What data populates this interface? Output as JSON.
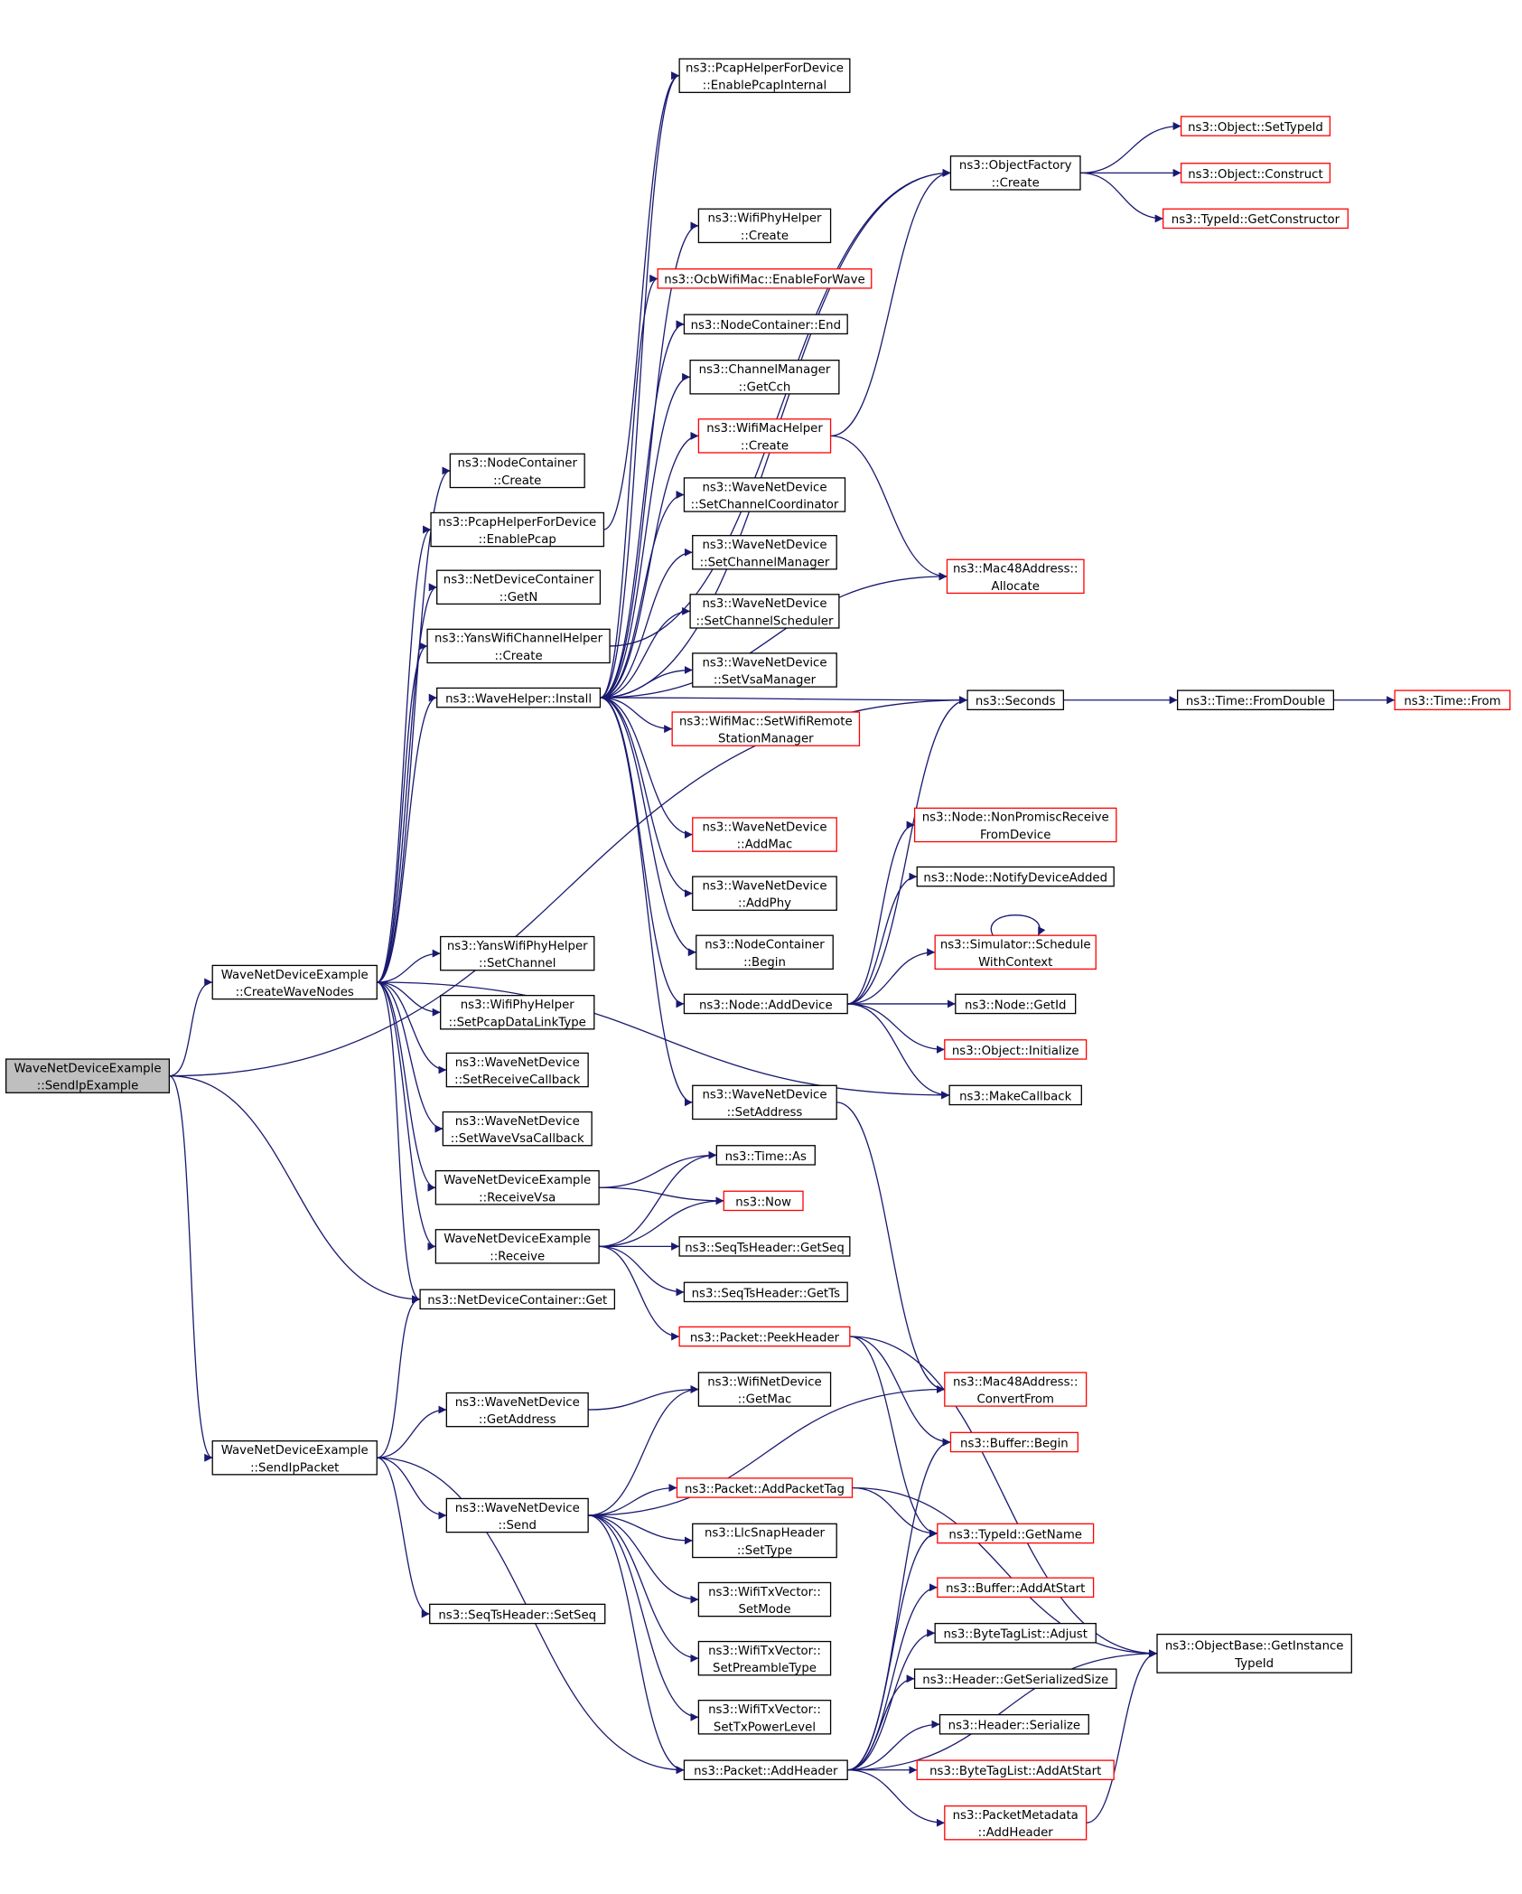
{
  "colors": {
    "edge": "#191970",
    "border": "#000000",
    "border_incomplete": "#ff0000",
    "focus_fill": "#bfbfbf"
  },
  "nodes": {
    "root": {
      "lines": [
        "WaveNetDeviceExample",
        "::SendIpExample"
      ],
      "style": "focus"
    },
    "createWave": {
      "lines": [
        "WaveNetDeviceExample",
        "::CreateWaveNodes"
      ]
    },
    "sendIpPacket": {
      "lines": [
        "WaveNetDeviceExample",
        "::SendIpPacket"
      ]
    },
    "ncCreate": {
      "lines": [
        "ns3::NodeContainer",
        "::Create"
      ]
    },
    "pcapEnable": {
      "lines": [
        "ns3::PcapHelperForDevice",
        "::EnablePcap"
      ]
    },
    "ndcGetN": {
      "lines": [
        "ns3::NetDeviceContainer",
        "::GetN"
      ]
    },
    "yansChCreate": {
      "lines": [
        "ns3::YansWifiChannelHelper",
        "::Create"
      ]
    },
    "waveInstall": {
      "lines": [
        "ns3::WaveHelper::Install"
      ]
    },
    "yansSetCh": {
      "lines": [
        "ns3::YansWifiPhyHelper",
        "::SetChannel"
      ]
    },
    "phySetPcap": {
      "lines": [
        "ns3::WifiPhyHelper",
        "::SetPcapDataLinkType"
      ]
    },
    "wndSetRecvCb": {
      "lines": [
        "ns3::WaveNetDevice",
        "::SetReceiveCallback"
      ]
    },
    "wndSetVsaCb": {
      "lines": [
        "ns3::WaveNetDevice",
        "::SetWaveVsaCallback"
      ]
    },
    "recvVsa": {
      "lines": [
        "WaveNetDeviceExample",
        "::ReceiveVsa"
      ]
    },
    "receive": {
      "lines": [
        "WaveNetDeviceExample",
        "::Receive"
      ]
    },
    "ndcGet": {
      "lines": [
        "ns3::NetDeviceContainer::Get"
      ]
    },
    "wndGetAddr": {
      "lines": [
        "ns3::WaveNetDevice",
        "::GetAddress"
      ]
    },
    "wndSend": {
      "lines": [
        "ns3::WaveNetDevice",
        "::Send"
      ]
    },
    "seqSetSeq": {
      "lines": [
        "ns3::SeqTsHeader::SetSeq"
      ]
    },
    "pcapInternal": {
      "lines": [
        "ns3::PcapHelperForDevice",
        "::EnablePcapInternal"
      ]
    },
    "phyCreate": {
      "lines": [
        "ns3::WifiPhyHelper",
        "::Create"
      ]
    },
    "ocbEnable": {
      "lines": [
        "ns3::OcbWifiMac::EnableForWave"
      ],
      "style": "red"
    },
    "ncEnd": {
      "lines": [
        "ns3::NodeContainer::End"
      ]
    },
    "chMgrGetCch": {
      "lines": [
        "ns3::ChannelManager",
        "::GetCch"
      ]
    },
    "macCreate": {
      "lines": [
        "ns3::WifiMacHelper",
        "::Create"
      ],
      "style": "red"
    },
    "wndSetCoord": {
      "lines": [
        "ns3::WaveNetDevice",
        "::SetChannelCoordinator"
      ]
    },
    "wndSetMgr": {
      "lines": [
        "ns3::WaveNetDevice",
        "::SetChannelManager"
      ]
    },
    "wndSetSched": {
      "lines": [
        "ns3::WaveNetDevice",
        "::SetChannelScheduler"
      ]
    },
    "wndSetVsaMgr": {
      "lines": [
        "ns3::WaveNetDevice",
        "::SetVsaManager"
      ]
    },
    "macSetRemote": {
      "lines": [
        "ns3::WifiMac::SetWifiRemote",
        "StationManager"
      ],
      "style": "red"
    },
    "wndAddMac": {
      "lines": [
        "ns3::WaveNetDevice",
        "::AddMac"
      ],
      "style": "red"
    },
    "wndAddPhy": {
      "lines": [
        "ns3::WaveNetDevice",
        "::AddPhy"
      ]
    },
    "ncBegin": {
      "lines": [
        "ns3::NodeContainer",
        "::Begin"
      ]
    },
    "nodeAddDev": {
      "lines": [
        "ns3::Node::AddDevice"
      ]
    },
    "wndSetAddr": {
      "lines": [
        "ns3::WaveNetDevice",
        "::SetAddress"
      ]
    },
    "timeAs": {
      "lines": [
        "ns3::Time::As"
      ]
    },
    "now": {
      "lines": [
        "ns3::Now"
      ],
      "style": "red"
    },
    "seqGetSeq": {
      "lines": [
        "ns3::SeqTsHeader::GetSeq"
      ]
    },
    "seqGetTs": {
      "lines": [
        "ns3::SeqTsHeader::GetTs"
      ]
    },
    "pktPeek": {
      "lines": [
        "ns3::Packet::PeekHeader"
      ],
      "style": "red"
    },
    "wifiGetMac": {
      "lines": [
        "ns3::WifiNetDevice",
        "::GetMac"
      ]
    },
    "pktAddTag": {
      "lines": [
        "ns3::Packet::AddPacketTag"
      ],
      "style": "red"
    },
    "llcSetType": {
      "lines": [
        "ns3::LlcSnapHeader",
        "::SetType"
      ]
    },
    "txSetMode": {
      "lines": [
        "ns3::WifiTxVector::",
        "SetMode"
      ]
    },
    "txSetPre": {
      "lines": [
        "ns3::WifiTxVector::",
        "SetPreambleType"
      ]
    },
    "txSetPow": {
      "lines": [
        "ns3::WifiTxVector::",
        "SetTxPowerLevel"
      ]
    },
    "pktAddHdr": {
      "lines": [
        "ns3::Packet::AddHeader"
      ]
    },
    "ofCreate": {
      "lines": [
        "ns3::ObjectFactory",
        "::Create"
      ]
    },
    "macAlloc": {
      "lines": [
        "ns3::Mac48Address::",
        "Allocate"
      ],
      "style": "red"
    },
    "seconds": {
      "lines": [
        "ns3::Seconds"
      ]
    },
    "nodeNonProm": {
      "lines": [
        "ns3::Node::NonPromiscReceive",
        "FromDevice"
      ],
      "style": "red"
    },
    "nodeNotify": {
      "lines": [
        "ns3::Node::NotifyDeviceAdded"
      ]
    },
    "simSched": {
      "lines": [
        "ns3::Simulator::Schedule",
        "WithContext"
      ],
      "style": "red"
    },
    "nodeGetId": {
      "lines": [
        "ns3::Node::GetId"
      ]
    },
    "objInit": {
      "lines": [
        "ns3::Object::Initialize"
      ],
      "style": "red"
    },
    "makeCb": {
      "lines": [
        "ns3::MakeCallback"
      ]
    },
    "macConv": {
      "lines": [
        "ns3::Mac48Address::",
        "ConvertFrom"
      ],
      "style": "red"
    },
    "bufBegin": {
      "lines": [
        "ns3::Buffer::Begin"
      ],
      "style": "red"
    },
    "typeGetName": {
      "lines": [
        "ns3::TypeId::GetName"
      ],
      "style": "red"
    },
    "bufAddStart": {
      "lines": [
        "ns3::Buffer::AddAtStart"
      ],
      "style": "red"
    },
    "btlAdjust": {
      "lines": [
        "ns3::ByteTagList::Adjust"
      ]
    },
    "hdrGetSize": {
      "lines": [
        "ns3::Header::GetSerializedSize"
      ]
    },
    "hdrSer": {
      "lines": [
        "ns3::Header::Serialize"
      ]
    },
    "btlAddStart": {
      "lines": [
        "ns3::ByteTagList::AddAtStart"
      ],
      "style": "red"
    },
    "pmAddHdr": {
      "lines": [
        "ns3::PacketMetadata",
        "::AddHeader"
      ],
      "style": "red"
    },
    "objSetTid": {
      "lines": [
        "ns3::Object::SetTypeId"
      ],
      "style": "red"
    },
    "objConstruct": {
      "lines": [
        "ns3::Object::Construct"
      ],
      "style": "red"
    },
    "tidGetCtor": {
      "lines": [
        "ns3::TypeId::GetConstructor"
      ],
      "style": "red"
    },
    "timeFromDouble": {
      "lines": [
        "ns3::Time::FromDouble"
      ]
    },
    "timeFrom": {
      "lines": [
        "ns3::Time::From"
      ],
      "style": "red"
    },
    "objGetInst": {
      "lines": [
        "ns3::ObjectBase::GetInstance",
        "TypeId"
      ]
    }
  },
  "edges": [
    [
      "root",
      "createWave"
    ],
    [
      "root",
      "sendIpPacket"
    ],
    [
      "root",
      "ndcGet"
    ],
    [
      "root",
      "seconds"
    ],
    [
      "createWave",
      "ncCreate"
    ],
    [
      "createWave",
      "pcapEnable"
    ],
    [
      "createWave",
      "ndcGetN"
    ],
    [
      "createWave",
      "yansChCreate"
    ],
    [
      "createWave",
      "waveInstall"
    ],
    [
      "createWave",
      "yansSetCh"
    ],
    [
      "createWave",
      "phySetPcap"
    ],
    [
      "createWave",
      "wndSetRecvCb"
    ],
    [
      "createWave",
      "wndSetVsaCb"
    ],
    [
      "createWave",
      "recvVsa"
    ],
    [
      "createWave",
      "receive"
    ],
    [
      "createWave",
      "ndcGet"
    ],
    [
      "createWave",
      "makeCb"
    ],
    [
      "sendIpPacket",
      "ndcGet"
    ],
    [
      "sendIpPacket",
      "wndGetAddr"
    ],
    [
      "sendIpPacket",
      "wndSend"
    ],
    [
      "sendIpPacket",
      "seqSetSeq"
    ],
    [
      "sendIpPacket",
      "pktAddHdr"
    ],
    [
      "pcapEnable",
      "pcapInternal"
    ],
    [
      "yansChCreate",
      "ofCreate"
    ],
    [
      "waveInstall",
      "pcapInternal"
    ],
    [
      "waveInstall",
      "ofCreate"
    ],
    [
      "waveInstall",
      "phyCreate"
    ],
    [
      "waveInstall",
      "ocbEnable"
    ],
    [
      "waveInstall",
      "ncEnd"
    ],
    [
      "waveInstall",
      "chMgrGetCch"
    ],
    [
      "waveInstall",
      "macCreate"
    ],
    [
      "waveInstall",
      "wndSetCoord"
    ],
    [
      "waveInstall",
      "wndSetMgr"
    ],
    [
      "waveInstall",
      "wndSetSched"
    ],
    [
      "waveInstall",
      "wndSetVsaMgr"
    ],
    [
      "waveInstall",
      "macSetRemote"
    ],
    [
      "waveInstall",
      "macAlloc"
    ],
    [
      "waveInstall",
      "seconds"
    ],
    [
      "waveInstall",
      "wndAddMac"
    ],
    [
      "waveInstall",
      "wndAddPhy"
    ],
    [
      "waveInstall",
      "ncBegin"
    ],
    [
      "waveInstall",
      "nodeAddDev"
    ],
    [
      "waveInstall",
      "wndSetAddr"
    ],
    [
      "macCreate",
      "ofCreate"
    ],
    [
      "macCreate",
      "macAlloc"
    ],
    [
      "ofCreate",
      "objSetTid"
    ],
    [
      "ofCreate",
      "objConstruct"
    ],
    [
      "ofCreate",
      "tidGetCtor"
    ],
    [
      "seconds",
      "timeFromDouble"
    ],
    [
      "timeFromDouble",
      "timeFrom"
    ],
    [
      "nodeAddDev",
      "seconds"
    ],
    [
      "nodeAddDev",
      "nodeNonProm"
    ],
    [
      "nodeAddDev",
      "nodeNotify"
    ],
    [
      "nodeAddDev",
      "simSched"
    ],
    [
      "nodeAddDev",
      "nodeGetId"
    ],
    [
      "nodeAddDev",
      "objInit"
    ],
    [
      "nodeAddDev",
      "makeCb"
    ],
    [
      "simSched",
      "simSched"
    ],
    [
      "wndSetAddr",
      "macConv"
    ],
    [
      "recvVsa",
      "timeAs"
    ],
    [
      "recvVsa",
      "now"
    ],
    [
      "receive",
      "timeAs"
    ],
    [
      "receive",
      "now"
    ],
    [
      "receive",
      "seqGetSeq"
    ],
    [
      "receive",
      "seqGetTs"
    ],
    [
      "receive",
      "pktPeek"
    ],
    [
      "pktPeek",
      "objGetInst"
    ],
    [
      "pktPeek",
      "bufBegin"
    ],
    [
      "pktPeek",
      "typeGetName"
    ],
    [
      "wndGetAddr",
      "wifiGetMac"
    ],
    [
      "wndSend",
      "wifiGetMac"
    ],
    [
      "wndSend",
      "macConv"
    ],
    [
      "wndSend",
      "pktAddTag"
    ],
    [
      "wndSend",
      "llcSetType"
    ],
    [
      "wndSend",
      "txSetMode"
    ],
    [
      "wndSend",
      "txSetPre"
    ],
    [
      "wndSend",
      "txSetPow"
    ],
    [
      "wndSend",
      "pktAddHdr"
    ],
    [
      "pktAddTag",
      "typeGetName"
    ],
    [
      "pktAddTag",
      "objGetInst"
    ],
    [
      "pktAddHdr",
      "bufBegin"
    ],
    [
      "pktAddHdr",
      "typeGetName"
    ],
    [
      "pktAddHdr",
      "bufAddStart"
    ],
    [
      "pktAddHdr",
      "btlAdjust"
    ],
    [
      "pktAddHdr",
      "hdrGetSize"
    ],
    [
      "pktAddHdr",
      "hdrSer"
    ],
    [
      "pktAddHdr",
      "btlAddStart"
    ],
    [
      "pktAddHdr",
      "pmAddHdr"
    ],
    [
      "pktAddHdr",
      "objGetInst"
    ],
    [
      "pmAddHdr",
      "objGetInst"
    ]
  ]
}
